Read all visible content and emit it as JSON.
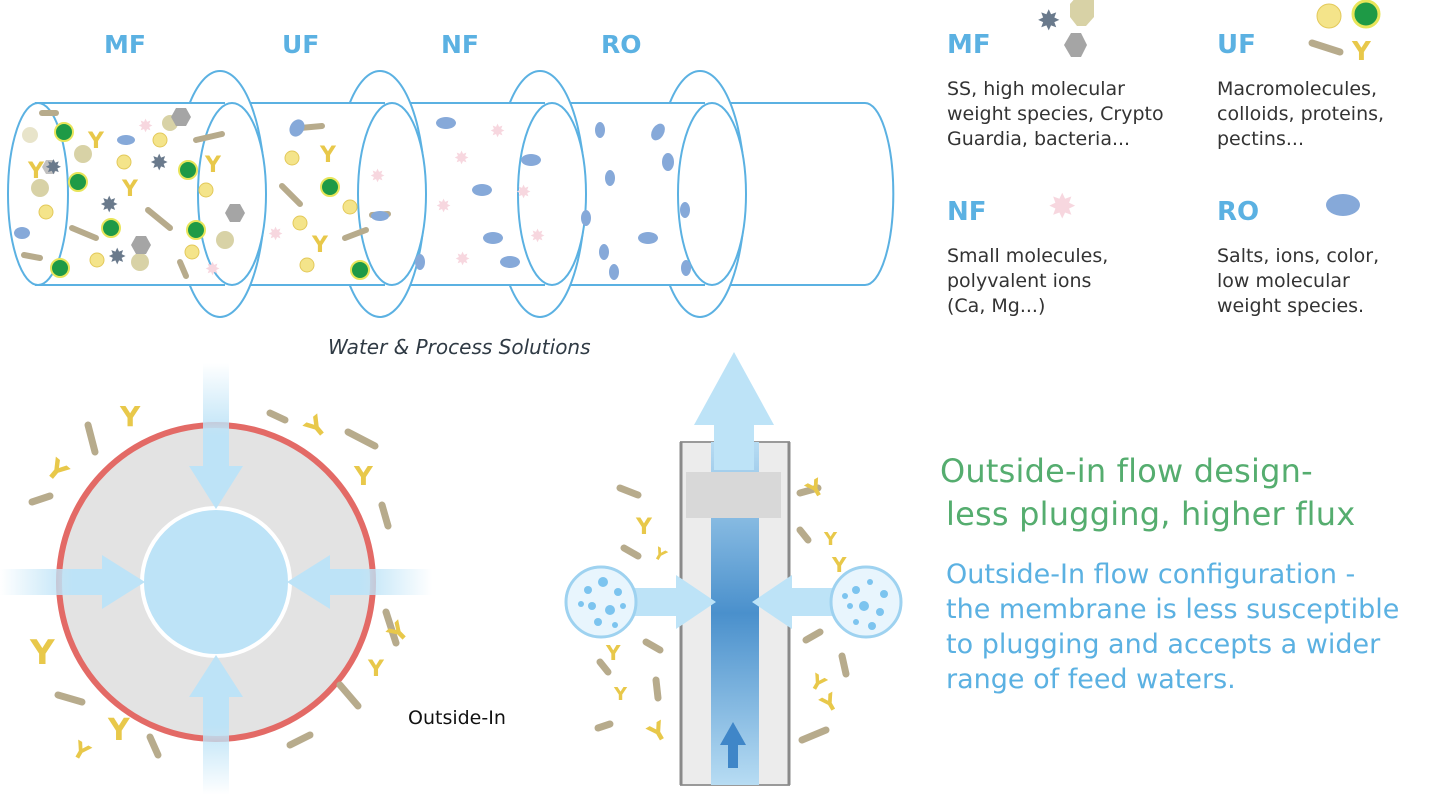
{
  "stages": [
    "MF",
    "UF",
    "NF",
    "RO"
  ],
  "legend": [
    {
      "title": "MF",
      "desc": "SS, high molecular\nweight species, Crypto\nGuardia, bacteria..."
    },
    {
      "title": "UF",
      "desc": "Macromolecules,\ncolloids, proteins,\npectins..."
    },
    {
      "title": "NF",
      "desc": "Small molecules,\npolyvalent ions\n(Ca, Mg...)"
    },
    {
      "title": "RO",
      "desc": "Salts, ions, color,\nlow molecular\nweight species."
    }
  ],
  "caption": "Water & Process Solutions",
  "outside_in_label": "Outside-In",
  "headline": {
    "line1": "Outside-in flow design-",
    "line2": "less plugging, higher flux"
  },
  "description": {
    "line1": "Outside-In flow configuration -",
    "line2": "the membrane is less susceptible",
    "line3": "to plugging and accepts a wider",
    "line4": "range of feed waters."
  },
  "colors": {
    "accent_blue": "#5bb1e2",
    "accent_green": "#55ad6f",
    "membrane_red": "#e36a66",
    "flow_blue": "#bde3f7"
  }
}
